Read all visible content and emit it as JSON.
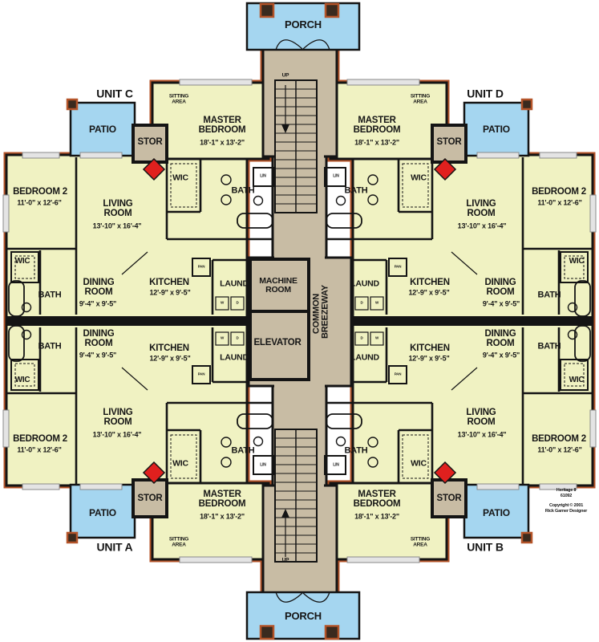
{
  "units": {
    "a": "UNIT A",
    "b": "UNIT B",
    "c": "UNIT C",
    "d": "UNIT D"
  },
  "rooms": {
    "porch": "PORCH",
    "patio": "PATIO",
    "stor": "STOR",
    "sitting_area": "SITTING AREA",
    "master_bedroom": {
      "name": "MASTER BEDROOM",
      "dims": "18'-1\" x 13'-2\""
    },
    "bedroom_2": {
      "name": "BEDROOM 2",
      "dims": "11'-0\" x 12'-6\""
    },
    "living_room": {
      "name": "LIVING ROOM",
      "dims": "13'-10\" x 16'-4\""
    },
    "dining_room": {
      "name": "DINING ROOM",
      "dims": "9'-4\" x 9'-5\""
    },
    "kitchen": {
      "name": "KITCHEN",
      "dims": "12'-9\" x 9'-5\""
    },
    "laundry": "LAUND",
    "bath": "BATH",
    "wic": "WIC",
    "pantry": "PAN",
    "linen": "LIN",
    "machine_room": "MACHINE ROOM",
    "elevator": "ELEVATOR",
    "breezeway": "COMMON BREEZEWAY",
    "stairs_up": "UP",
    "washer": "W",
    "dryer": "D"
  },
  "title_block": {
    "plan_name": "Heritage II",
    "plan_number": "61092",
    "copyright": "Copyright © 2001",
    "designer": "Rick Garner Designer"
  },
  "colors": {
    "room_fill": "#f0f2c2",
    "hall_fill": "#c8bca4",
    "water_blue": "#a5d6f0",
    "wall": "#141414",
    "trim": "#b45429",
    "fireplace_red": "#e0201e",
    "window_fill": "#e4e4e4",
    "window_stroke": "#8a8a8a",
    "post_dark": "#3a2a1e"
  }
}
